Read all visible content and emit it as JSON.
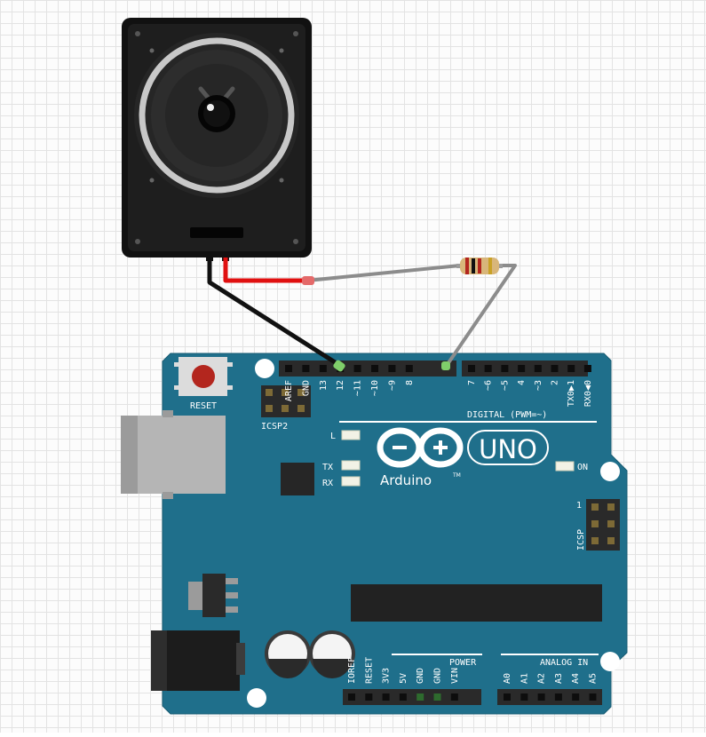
{
  "board": {
    "brand": "Arduino",
    "trademark": "TM",
    "model": "UNO",
    "reset_label": "RESET",
    "icsp2_label": "ICSP2",
    "icsp_label": "ICSP",
    "icsp_pin1": "1",
    "led_l": "L",
    "led_tx": "TX",
    "led_rx": "RX",
    "led_on": "ON",
    "digital_label": "DIGITAL (PWM=~)",
    "power_label": "POWER",
    "analog_label": "ANALOG IN",
    "colors": {
      "pcb": "#1f6f8b",
      "header": "#2a2a2a",
      "wire_black": "#111111",
      "wire_red": "#e01010",
      "wire_gray": "#8c8c8c"
    }
  },
  "digital_pins_left": [
    "AREF",
    "GND",
    "13",
    "12",
    "~11",
    "~10",
    "~9",
    "8"
  ],
  "digital_pins_right": [
    "7",
    "~6",
    "~5",
    "4",
    "~3",
    "2",
    "TX0▶1",
    "RX0◀0"
  ],
  "power_pins": [
    "IOREF",
    "RESET",
    "3V3",
    "5V",
    "GND",
    "GND",
    "VIN"
  ],
  "analog_pins": [
    "A0",
    "A1",
    "A2",
    "A3",
    "A4",
    "A5"
  ],
  "components": {
    "speaker": {
      "icon": "speaker-icon"
    },
    "resistor": {
      "icon": "resistor-icon"
    }
  }
}
